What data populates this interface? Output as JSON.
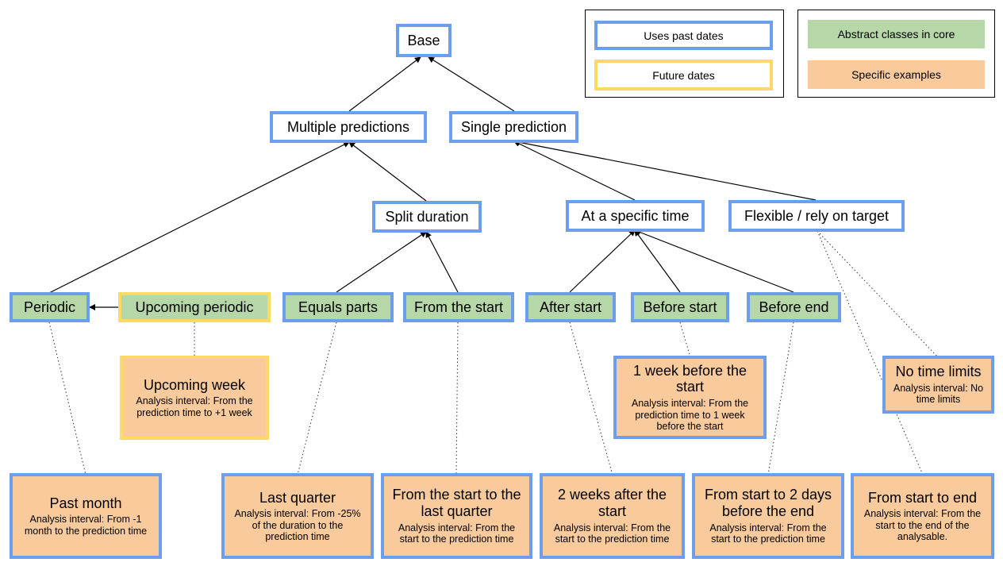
{
  "legend": {
    "past_dates": "Uses past dates",
    "future_dates": "Future dates",
    "abstract_classes": "Abstract classes in core",
    "specific_examples": "Specific examples"
  },
  "nodes": {
    "base": "Base",
    "multiple_predictions": "Multiple predictions",
    "single_prediction": "Single prediction",
    "split_duration": "Split duration",
    "at_specific_time": "At a specific time",
    "flexible": "Flexible / rely on target",
    "periodic": "Periodic",
    "upcoming_periodic": "Upcoming periodic",
    "equals_parts": "Equals parts",
    "from_the_start": "From the start",
    "after_start": "After start",
    "before_start": "Before start",
    "before_end": "Before end"
  },
  "examples": {
    "upcoming_week": {
      "title": "Upcoming week",
      "desc": "Analysis interval: From the prediction time to +1 week"
    },
    "week_before_start": {
      "title": "1 week before the start",
      "desc": "Analysis interval: From the prediction time to 1 week before the start"
    },
    "no_time_limits": {
      "title": "No time limits",
      "desc": "Analysis interval: No time limits"
    },
    "past_month": {
      "title": "Past month",
      "desc": "Analysis interval: From -1 month to the prediction time"
    },
    "last_quarter": {
      "title": "Last quarter",
      "desc": "Analysis interval: From -25% of the duration to the prediction time"
    },
    "start_to_last_quarter": {
      "title": "From the start to the last quarter",
      "desc": "Analysis interval: From the start to the prediction time"
    },
    "two_weeks_after_start": {
      "title": "2 weeks after the start",
      "desc": "Analysis interval: From the start to the prediction time"
    },
    "start_to_2_days_before_end": {
      "title": "From start to 2 days before the end",
      "desc": "Analysis interval: From the start to the prediction time"
    },
    "start_to_end": {
      "title": "From start to end",
      "desc": "Analysis interval: From the start to the end of the analysable."
    }
  },
  "colors": {
    "past_border": "#6d9eeb",
    "future_border": "#ffd966",
    "abstract_fill": "#b6d7a8",
    "example_fill": "#f9cb9c"
  }
}
